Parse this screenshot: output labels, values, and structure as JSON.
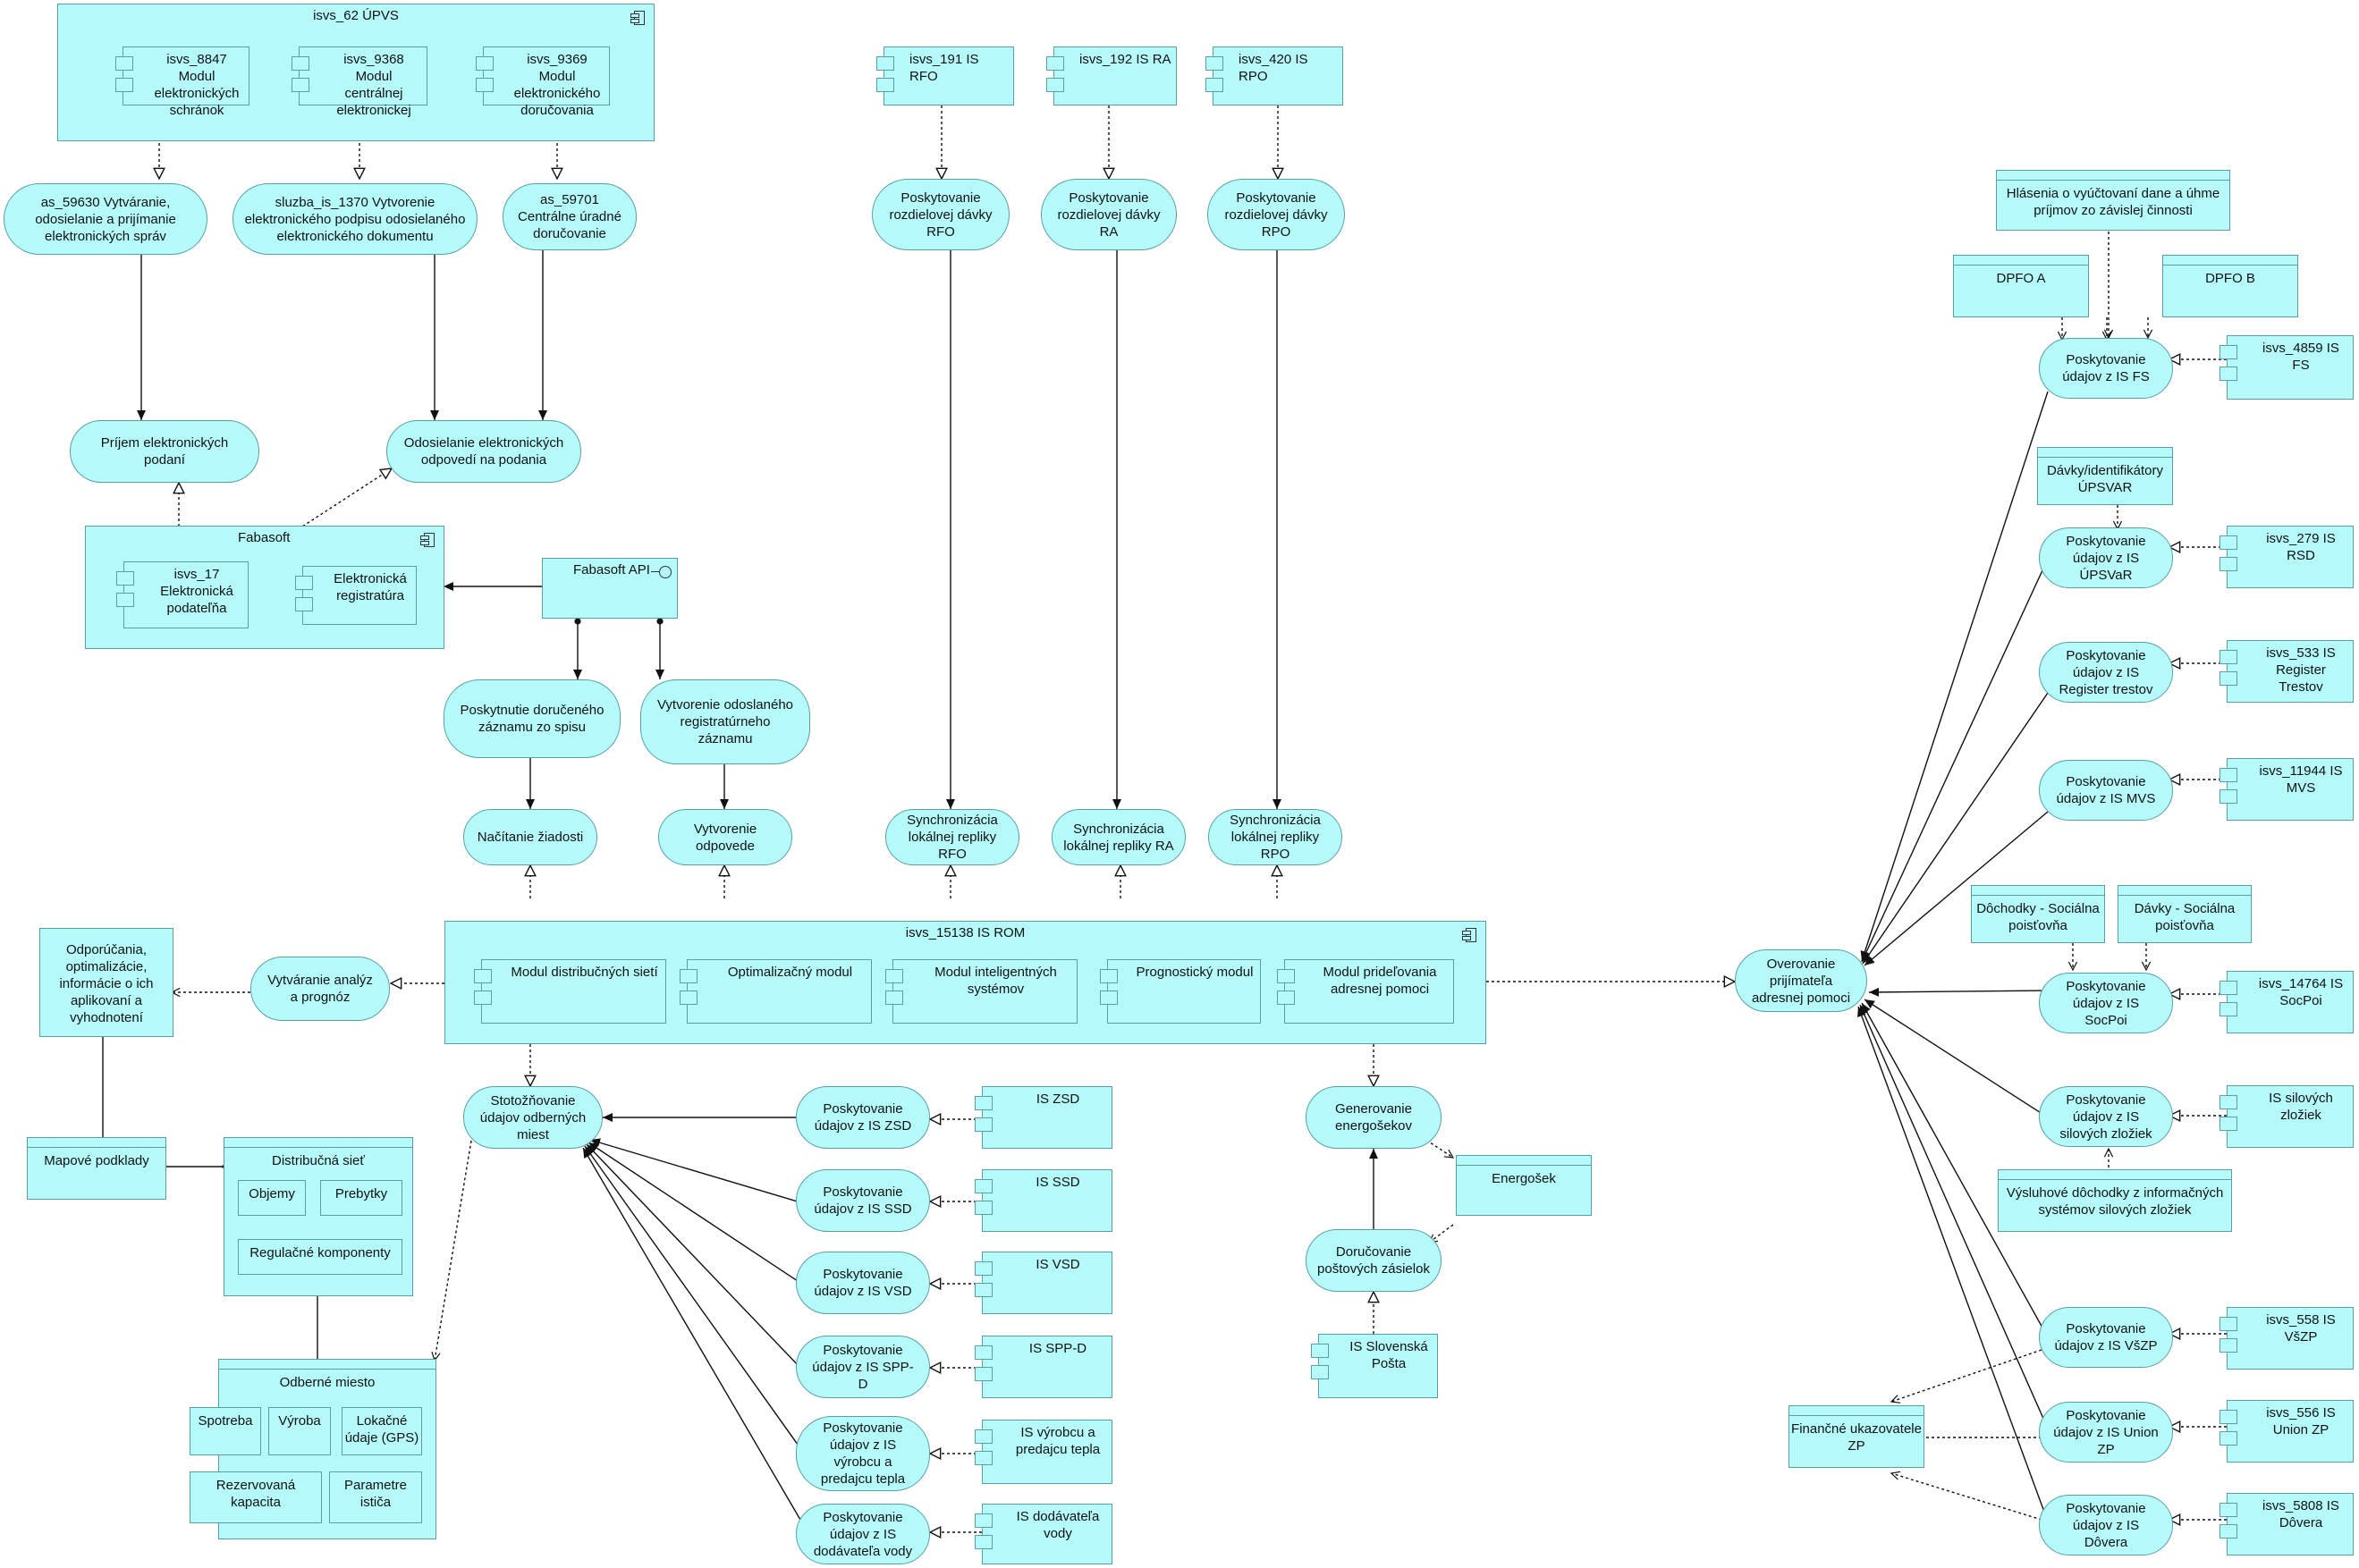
{
  "groups": {
    "upvs": "isvs_62 ÚPVS",
    "fabasoft": "Fabasoft",
    "rom": "isvs_15138 IS ROM",
    "distribucna_siet": "Distribučná sieť",
    "odberne_miesto": "Odberné miesto"
  },
  "components": {
    "upvs_8847": "isvs_8847 Modul elektronických schránok",
    "upvs_9368": "isvs_9368 Modul centrálnej elektronickej",
    "upvs_9369": "isvs_9369 Modul elektronického doručovania",
    "fab_17": "isvs_17 Elektronická podateľňa",
    "fab_reg": "Elektronická registratúra",
    "rfo": "isvs_191 IS RFO",
    "ra": "isvs_192 IS RA",
    "rpo": "isvs_420 IS RPO",
    "rom_dist": "Modul distribučných sietí",
    "rom_opt": "Optimalizačný modul",
    "rom_int": "Modul inteligentných systémov",
    "rom_prog": "Prognostický modul",
    "rom_pridel": "Modul prideľovania adresnej pomoci",
    "zsd": "IS ZSD",
    "ssd": "IS SSD",
    "vsd": "IS VSD",
    "sppd": "IS SPP-D",
    "vyrobca": "IS výrobcu a predajcu tepla",
    "dodavatel": "IS dodávateľa vody",
    "posta": "IS Slovenská Pošta",
    "fs": "isvs_4859 IS FS",
    "rsd": "isvs_279 IS RSD",
    "trestov": "isvs_533 IS Register Trestov",
    "mvs": "isvs_11944 IS MVS",
    "socpoi": "isvs_14764 IS SocPoi",
    "silove": "IS silových zložiek",
    "vszp": "isvs_558 IS VšZP",
    "union": "isvs_556 IS Union ZP",
    "dovera": "isvs_5808 IS Dôvera"
  },
  "interface": {
    "fabasoft_api": "Fabasoft API"
  },
  "services": {
    "s59630": "as_59630 Vytváranie, odosielanie a prijímanie elektronických správ",
    "s1370": "sluzba_is_1370 Vytvorenie elektronického podpisu odosielaného elektronického dokumentu",
    "s59701": "as_59701 Centrálne úradné doručovanie",
    "prijem": "Príjem elektronických podaní",
    "odosielanie": "Odosielanie elektronických odpovedí na podania",
    "poskytnutie": "Poskytnutie doručeného záznamu zo spisu",
    "vytvorenie_zaznamu": "Vytvorenie odoslaného registratúrneho záznamu",
    "nacitanie": "Načítanie žiadosti",
    "vytvorenie_odpovede": "Vytvorenie odpovede",
    "pd_rfo": "Poskytovanie rozdielovej dávky RFO",
    "pd_ra": "Poskytovanie rozdielovej dávky RA",
    "pd_rpo": "Poskytovanie rozdielovej dávky RPO",
    "sync_rfo": "Synchronizácia lokálnej repliky RFO",
    "sync_ra": "Synchronizácia lokálnej repliky RA",
    "sync_rpo": "Synchronizácia lokálnej repliky RPO",
    "analyzy": "Vytváranie analýz a prognóz",
    "stotoznovanie": "Stotožňovanie údajov odberných miest",
    "p_zsd": "Poskytovanie údajov z IS ZSD",
    "p_ssd": "Poskytovanie údajov z IS SSD",
    "p_vsd": "Poskytovanie údajov z IS VSD",
    "p_sppd": "Poskytovanie údajov z IS SPP-D",
    "p_vyrobca": "Poskytovanie údajov z IS výrobcu a predajcu tepla",
    "p_dodavatel": "Poskytovanie údajov z IS dodávateľa vody",
    "generovanie": "Generovanie energošekov",
    "dorucovanie": "Doručovanie poštových zásielok",
    "overovanie": "Overovanie prijímateľa adresnej pomoci",
    "p_fs": "Poskytovanie údajov z IS FS",
    "p_upsvar": "Poskytovanie údajov z IS ÚPSVaR",
    "p_trestov": "Poskytovanie údajov z IS Register trestov",
    "p_mvs": "Poskytovanie údajov z IS MVS",
    "p_socpoi": "Poskytovanie údajov z IS SocPoi",
    "p_silove": "Poskytovanie údajov z IS silových zložiek",
    "p_vszp": "Poskytovanie údajov z IS VšZP",
    "p_union": "Poskytovanie údajov z IS Union ZP",
    "p_dovera": "Poskytovanie údajov z IS Dôvera"
  },
  "objects": {
    "odporucania": "Odporúčania, optimalizácie, informácie o ich aplikovaní a vyhodnotení",
    "mapove": "Mapové podklady",
    "objemy": "Objemy",
    "prebytky": "Prebytky",
    "regulacne": "Regulačné komponenty",
    "spotreba": "Spotreba",
    "vyroba": "Výroba",
    "lokacne": "Lokačné údaje (GPS)",
    "rezervovana": "Rezervovaná kapacita",
    "parametre": "Parametre ističa",
    "energosek": "Energošek",
    "hlasenia": "Hlásenia o vyúčtovaní dane a úhme príjmov zo závislej činnosti",
    "dpfo_a": "DPFO A",
    "dpfo_b": "DPFO B",
    "davky_upsvar": "Dávky/identifikátory ÚPSVAR",
    "dochodky": "Dôchodky - Sociálna poisťovňa",
    "davky_soc": "Dávky - Sociálna poisťovňa",
    "vysluhove": "Výsluhové dôchodky z informačných systémov silových zložiek",
    "financne": "Finančné ukazovatele ZP"
  },
  "colors": {
    "fill": "#b5fbfc",
    "border": "#5aa0a2",
    "line": "#111111"
  }
}
